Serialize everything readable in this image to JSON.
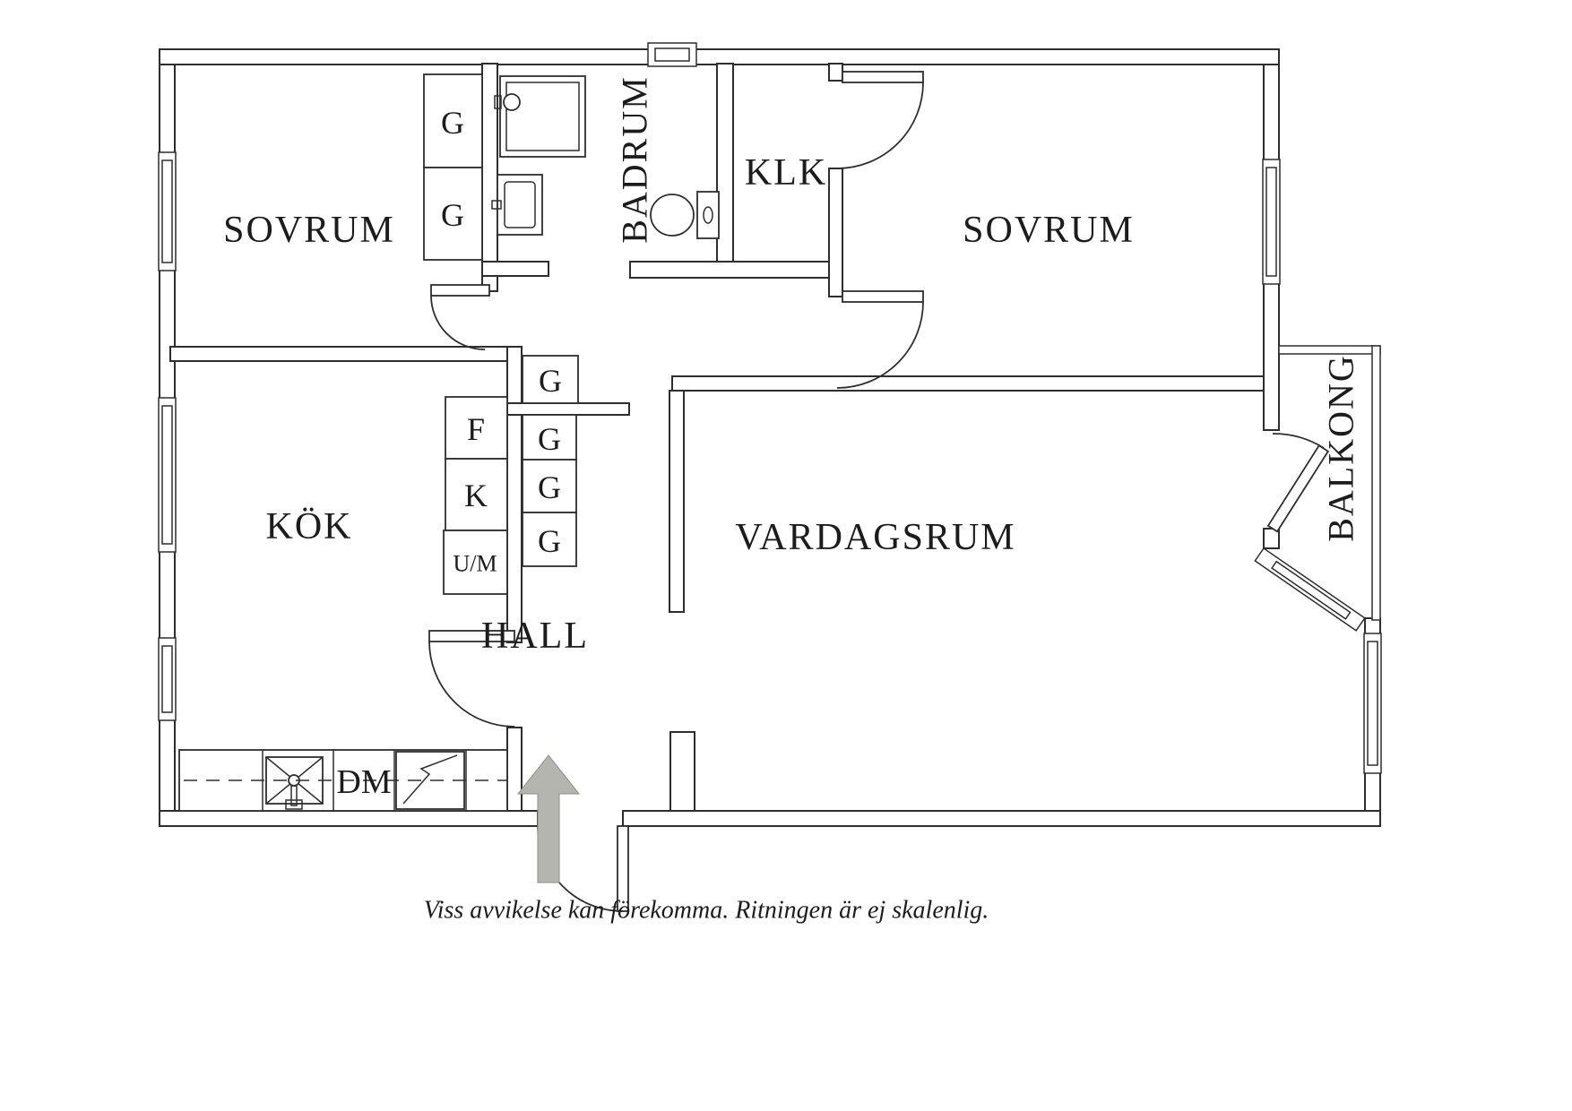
{
  "colors": {
    "line": "#2e2e2e",
    "text": "#1c1c1c",
    "arrow_fill": "#b5b5b0",
    "background": "#ffffff"
  },
  "labels": {
    "bedroom_left": "SOVRUM",
    "bedroom_right": "SOVRUM",
    "bathroom": "BADRUM",
    "closet": "KLK",
    "kitchen": "KÖK",
    "hall": "HALL",
    "living_room": "VARDAGSRUM",
    "balcony": "BALKONG",
    "wardrobe_1": "G",
    "wardrobe_2": "G",
    "wardrobe_3": "G",
    "wardrobe_4": "G",
    "wardrobe_5": "G",
    "wardrobe_6": "G",
    "fridge": "F",
    "freezer": "K",
    "oven_micro": "U/M",
    "dishwasher": "DM"
  },
  "caption": "Viss avvikelse kan förekomma. Ritningen är ej skalenlig."
}
